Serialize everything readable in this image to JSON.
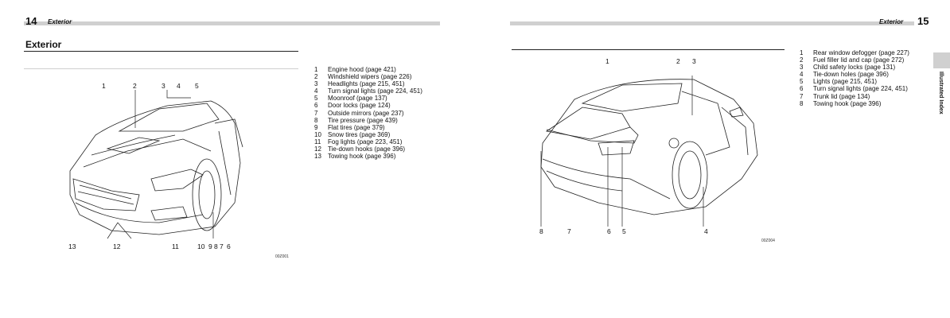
{
  "left_page": {
    "page_number": "14",
    "chapter": "Exterior",
    "title": "Exterior",
    "items": [
      {
        "num": "1",
        "text": "Engine hood (page 421)"
      },
      {
        "num": "2",
        "text": "Windshield wipers (page 226)"
      },
      {
        "num": "3",
        "text": "Headlights (page 215, 451)"
      },
      {
        "num": "4",
        "text": "Turn signal lights (page 224, 451)"
      },
      {
        "num": "5",
        "text": "Moonroof (page 137)"
      },
      {
        "num": "6",
        "text": "Door locks (page 124)"
      },
      {
        "num": "7",
        "text": "Outside mirrors (page 237)"
      },
      {
        "num": "8",
        "text": "Tire pressure (page 439)"
      },
      {
        "num": "9",
        "text": "Flat tires (page 379)"
      },
      {
        "num": "10",
        "text": "Snow tires (page 369)"
      },
      {
        "num": "11",
        "text": "Fog lights (page 223, 451)"
      },
      {
        "num": "12",
        "text": "Tie-down hooks (page 396)"
      },
      {
        "num": "13",
        "text": "Towing hook (page 396)"
      }
    ],
    "callouts_top": [
      "1",
      "2",
      "3",
      "4",
      "5"
    ],
    "callouts_bottom": [
      "13",
      "12",
      "11",
      "10",
      "9",
      "8",
      "7",
      "6"
    ],
    "figure_code": "00Z001"
  },
  "right_page": {
    "page_number": "15",
    "chapter": "Exterior",
    "side_tab": "Illustrated Index",
    "items": [
      {
        "num": "1",
        "text": "Rear window defogger (page 227)"
      },
      {
        "num": "2",
        "text": "Fuel filler lid and cap (page 272)"
      },
      {
        "num": "3",
        "text": "Child safety locks (page 131)"
      },
      {
        "num": "4",
        "text": "Tie-down holes (page 396)"
      },
      {
        "num": "5",
        "text": "Lights (page 215, 451)"
      },
      {
        "num": "6",
        "text": "Turn signal lights (page 224, 451)"
      },
      {
        "num": "7",
        "text": "Trunk lid (page 134)"
      },
      {
        "num": "8",
        "text": "Towing hook (page 396)"
      }
    ],
    "callouts_top": [
      "1",
      "2",
      "3"
    ],
    "callouts_bottom": [
      "8",
      "7",
      "6",
      "5",
      "4"
    ],
    "figure_code": "00Z004"
  }
}
